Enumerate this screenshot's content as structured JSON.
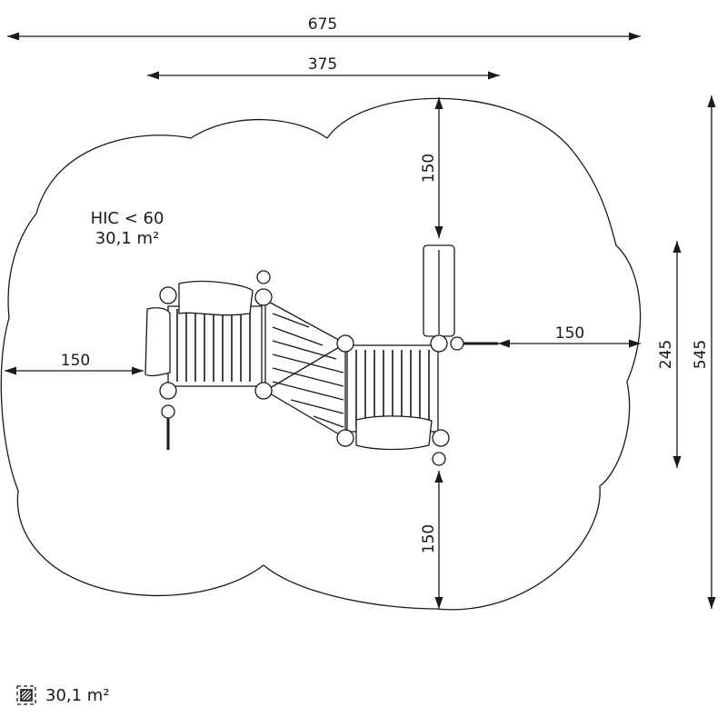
{
  "dimensions": {
    "total_width": "675",
    "equipment_width": "375",
    "top_clearance": "150",
    "right_clearance": "150",
    "left_clearance": "150",
    "bottom_clearance": "150",
    "equipment_depth": "245",
    "total_depth": "545"
  },
  "zone_label": {
    "hic": "HIC < 60",
    "area": "30,1 m²"
  },
  "legend": {
    "icon": "hatched-surface-icon",
    "area": "30,1 m²"
  },
  "colors": {
    "line": "#1a1a1a",
    "background": "#ffffff"
  }
}
